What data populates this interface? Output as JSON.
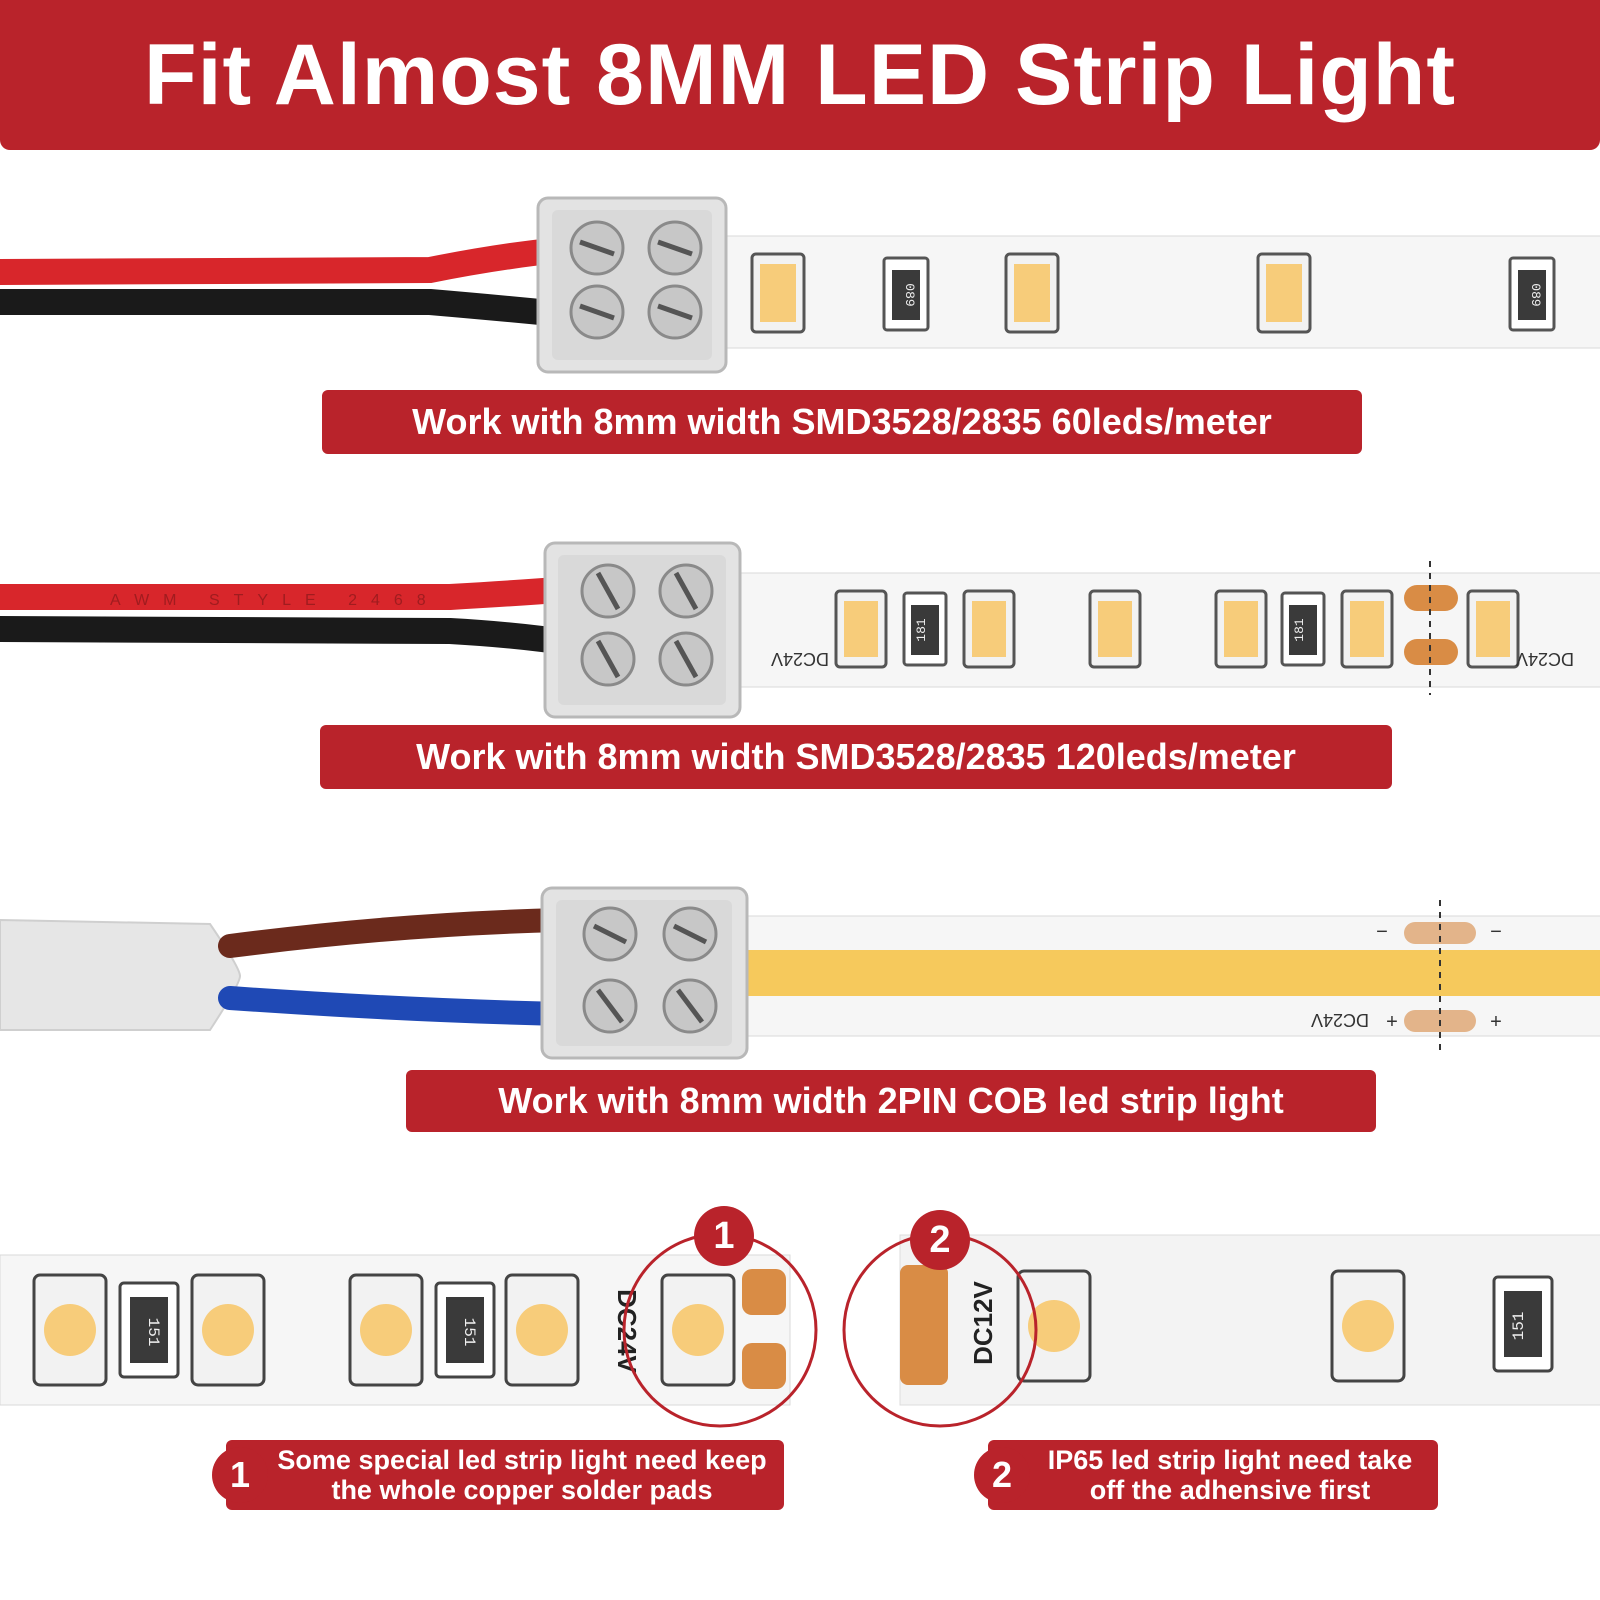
{
  "title": "Fit Almost 8MM LED Strip Light",
  "banners": [
    "Work with 8mm width SMD3528/2835 60leds/meter",
    "Work with 8mm width SMD3528/2835 120leds/meter",
    "Work with 8mm width 2PIN COB led strip light"
  ],
  "strip_labels": {
    "resistor_60": "089",
    "resistor_120": "181",
    "resistor_bottom": "151",
    "voltage_24": "DC24V",
    "voltage_12": "DC12V",
    "wire_print": "AWM STYLE 2468",
    "plus": "+",
    "minus": "−"
  },
  "notes": [
    {
      "number": "1",
      "line1": "Some special led strip light need keep",
      "line2": "the whole copper solder pads"
    },
    {
      "number": "2",
      "line1": "IP65 led strip light need take",
      "line2": "off the adhensive first"
    }
  ],
  "colors": {
    "brand_red": "#b9232b",
    "wire_red": "#d8262b",
    "wire_black": "#1a1a1a",
    "wire_brown": "#6b2a1c",
    "wire_blue": "#1f49b5",
    "led_amber": "#f7cc7a",
    "copper": "#d98c45"
  }
}
